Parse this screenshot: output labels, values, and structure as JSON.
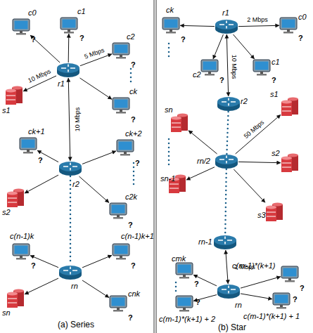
{
  "diagram": {
    "nodes": [
      {
        "text": [
          "c0",
          "?"
        ]
      },
      {
        "text": [
          "c1",
          "?"
        ]
      },
      {
        "text": [
          "c2",
          "?"
        ]
      },
      {
        "text": [
          "r1"
        ]
      },
      {
        "text": [
          "s1"
        ]
      },
      {
        "text": [
          "ck",
          "?"
        ]
      },
      {
        "text": [
          "ck+1",
          "?"
        ]
      },
      {
        "text": [
          "ck+2",
          "?"
        ]
      },
      {
        "text": [
          "r2"
        ]
      },
      {
        "text": [
          "s2"
        ]
      },
      {
        "text": [
          "c2k",
          "?"
        ]
      },
      {
        "text": [
          "c(n-1)k",
          "?"
        ]
      },
      {
        "text": [
          "c(n-1)k+1",
          "?"
        ]
      },
      {
        "text": [
          "rn"
        ]
      },
      {
        "text": [
          "sn"
        ]
      },
      {
        "text": [
          "cnk",
          "?"
        ]
      },
      {
        "text": [
          "ck",
          "?"
        ]
      },
      {
        "text": [
          "r1"
        ]
      },
      {
        "text": [
          "c0",
          "?"
        ]
      },
      {
        "text": [
          "c2",
          "?"
        ]
      },
      {
        "text": [
          "c1",
          "?"
        ]
      },
      {
        "text": [
          "r2"
        ]
      },
      {
        "text": [
          "rn/2"
        ]
      },
      {
        "text": [
          "s1"
        ]
      },
      {
        "text": [
          "sn"
        ]
      },
      {
        "text": [
          "s2"
        ]
      },
      {
        "text": [
          "sn-1"
        ]
      },
      {
        "text": [
          "s3"
        ]
      },
      {
        "text": [
          "rn-1"
        ]
      },
      {
        "text": [
          "cmk",
          "?"
        ]
      },
      {
        "text": [
          "rn"
        ]
      },
      {
        "text": [
          "c(m-1)*(k+1)",
          "?"
        ]
      },
      {
        "text": [
          "c(m-1)*(k+1) + 1",
          "?"
        ]
      },
      {
        "text": [
          "c(m-1)*(k+1) + 2",
          "?"
        ]
      }
    ],
    "edges": [
      {
        "from": 3,
        "to": 0,
        "arrow": "to"
      },
      {
        "from": 3,
        "to": 1,
        "arrow": "to"
      },
      {
        "from": 3,
        "to": 2,
        "arrow": "to",
        "label": "5 Mbps"
      },
      {
        "from": 3,
        "to": 4,
        "arrow": "to",
        "label": "10 Mbps"
      },
      {
        "from": 3,
        "to": 5,
        "arrow": "to"
      },
      {
        "from": 3,
        "to": 8,
        "arrow": "both",
        "label": "10 Mbps"
      },
      {
        "from": 8,
        "to": 6,
        "arrow": "to"
      },
      {
        "from": 8,
        "to": 7,
        "arrow": "to"
      },
      {
        "from": 8,
        "to": 9,
        "arrow": "to"
      },
      {
        "from": 8,
        "to": 10,
        "arrow": "to"
      },
      {
        "from": 8,
        "to": 13,
        "arrow": "none"
      },
      {
        "from": 13,
        "to": 11,
        "arrow": "to"
      },
      {
        "from": 13,
        "to": 12,
        "arrow": "to"
      },
      {
        "from": 13,
        "to": 14,
        "arrow": "to"
      },
      {
        "from": 13,
        "to": 15,
        "arrow": "to"
      },
      {
        "from": 17,
        "to": 16,
        "arrow": "to"
      },
      {
        "from": 17,
        "to": 18,
        "arrow": "to",
        "label": "2 Mbps"
      },
      {
        "from": 17,
        "to": 19,
        "arrow": "to"
      },
      {
        "from": 17,
        "to": 20,
        "arrow": "to"
      },
      {
        "from": 17,
        "to": 21,
        "arrow": "both",
        "label": "10 Mbps"
      },
      {
        "from": 21,
        "to": 22,
        "arrow": "none"
      },
      {
        "from": 22,
        "to": 23,
        "arrow": "to",
        "label": "50 Mbps"
      },
      {
        "from": 22,
        "to": 24,
        "arrow": "to"
      },
      {
        "from": 22,
        "to": 25,
        "arrow": "to"
      },
      {
        "from": 22,
        "to": 26,
        "arrow": "to"
      },
      {
        "from": 22,
        "to": 27,
        "arrow": "to"
      },
      {
        "from": 22,
        "to": 28,
        "arrow": "none"
      },
      {
        "from": 28,
        "to": 30,
        "arrow": "both",
        "label": "2 Mbps"
      },
      {
        "from": 30,
        "to": 29,
        "arrow": "to"
      },
      {
        "from": 30,
        "to": 31,
        "arrow": "to"
      },
      {
        "from": 30,
        "to": 32,
        "arrow": "to"
      },
      {
        "from": 30,
        "to": 33,
        "arrow": "to"
      }
    ],
    "labels": [
      "(a) Series",
      "(b) Star"
    ]
  }
}
